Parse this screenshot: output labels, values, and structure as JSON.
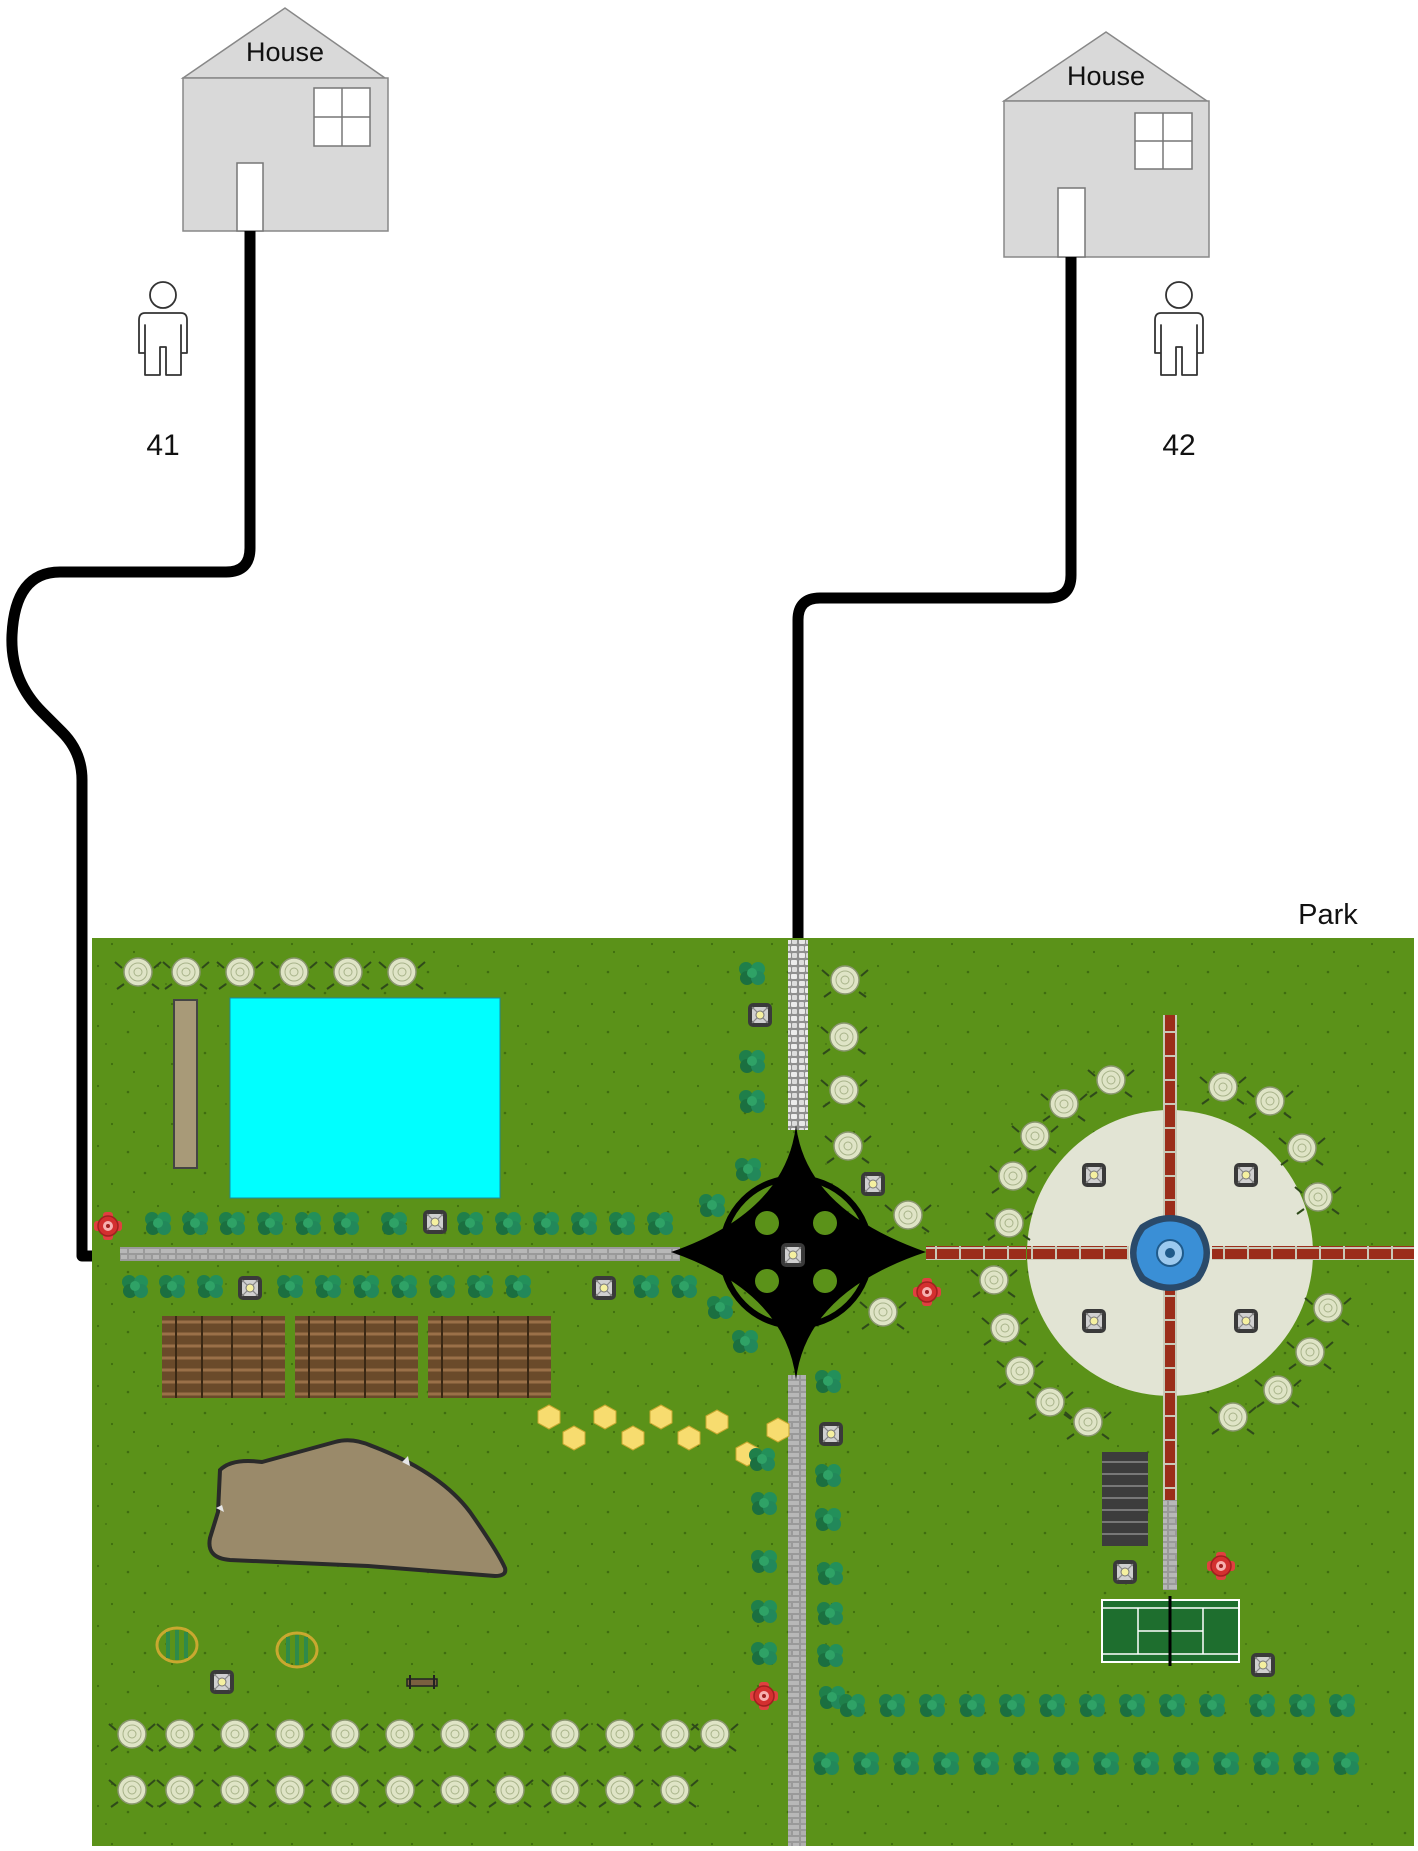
{
  "houses": [
    {
      "label": "House",
      "person_number": "41"
    },
    {
      "label": "House",
      "person_number": "42"
    }
  ],
  "park": {
    "label": "Park"
  },
  "colors": {
    "grass": "#5b9219",
    "house_fill": "#d9d9d9",
    "path_line": "#000000",
    "pool": "#00ffff",
    "plaza": "#e2e4d4",
    "brick": "#9b2d1a",
    "fountain": "#3a8fd6",
    "court": "#1e6e2e",
    "rock": "#9a8a6a",
    "honeycomb": "#f7dc6f"
  },
  "icons": [
    "house-icon",
    "person-icon",
    "tree-icon",
    "shrub-icon",
    "lamp-icon",
    "hydrant-icon",
    "fountain-icon",
    "bench-icon",
    "pergola-icon",
    "rock-icon",
    "tennis-court-icon",
    "stairs-icon",
    "playground-icon"
  ]
}
